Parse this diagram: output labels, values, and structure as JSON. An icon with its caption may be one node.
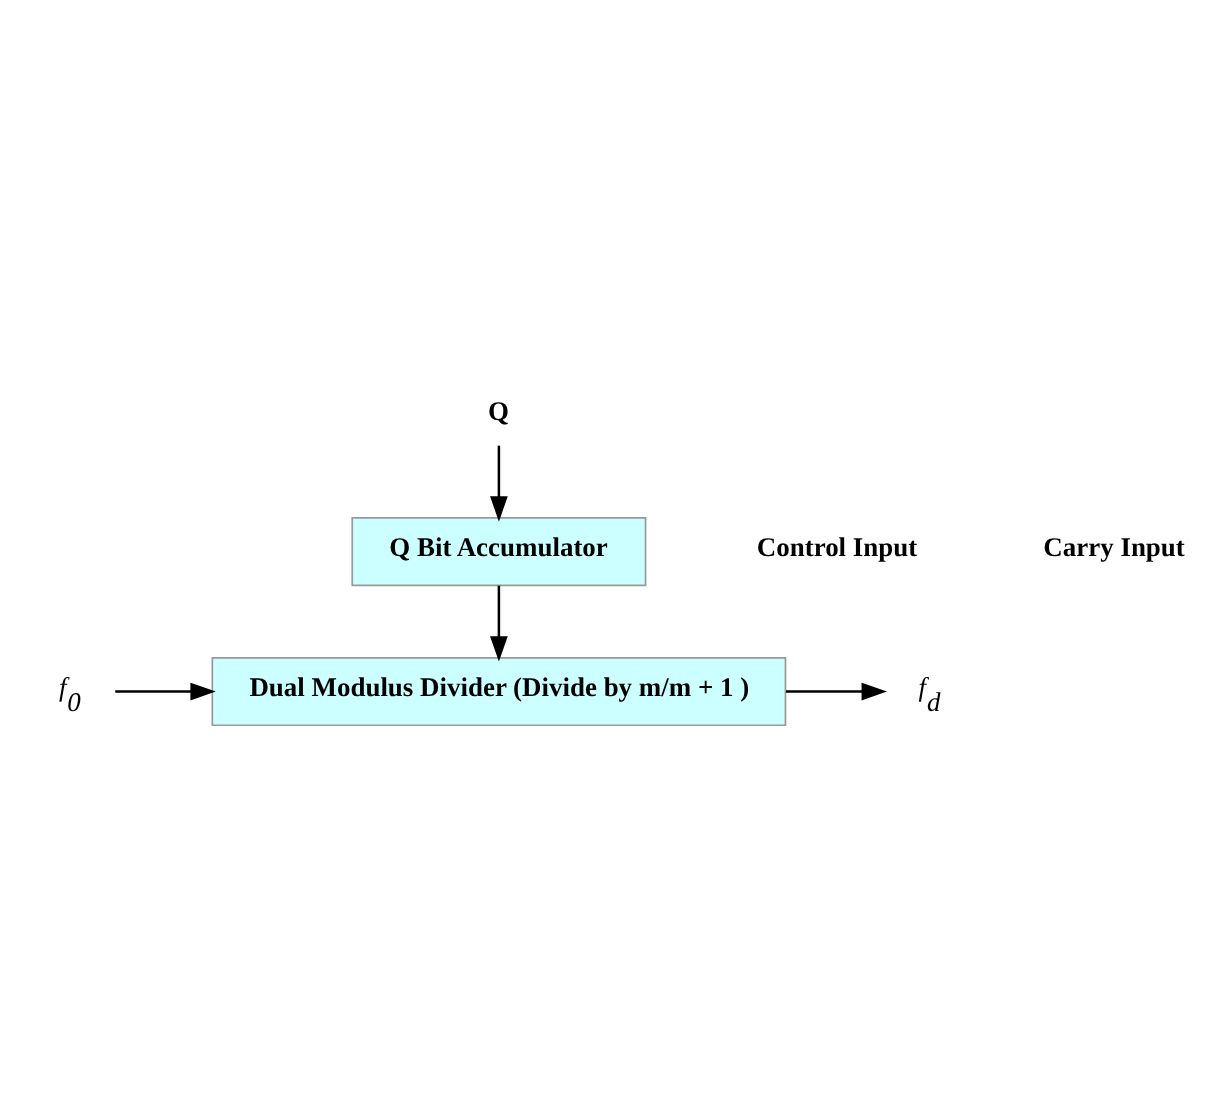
{
  "diagram": {
    "nodes": [
      {
        "text": [
          "Dual Modulus Divider (Divide by m/m + 1 )"
        ]
      },
      {
        "text": [
          "Q Bit Accumulator"
        ]
      },
      {
        "text": [
          "f$_{d}$"
        ]
      },
      {
        "text": [
          "f$_{0}$"
        ]
      },
      {
        "text": [
          "Q"
        ]
      }
    ],
    "edges": [
      {
        "from": 0,
        "to": 2,
        "arrow": "to"
      },
      {
        "from": 3,
        "to": 0,
        "arrow": "to"
      },
      {
        "from": 1,
        "to": 0,
        "arrow": "to"
      },
      {
        "from": 4,
        "to": 1,
        "arrow": "to"
      }
    ],
    "labels": [
      "Control Input",
      "Carry Input"
    ]
  }
}
